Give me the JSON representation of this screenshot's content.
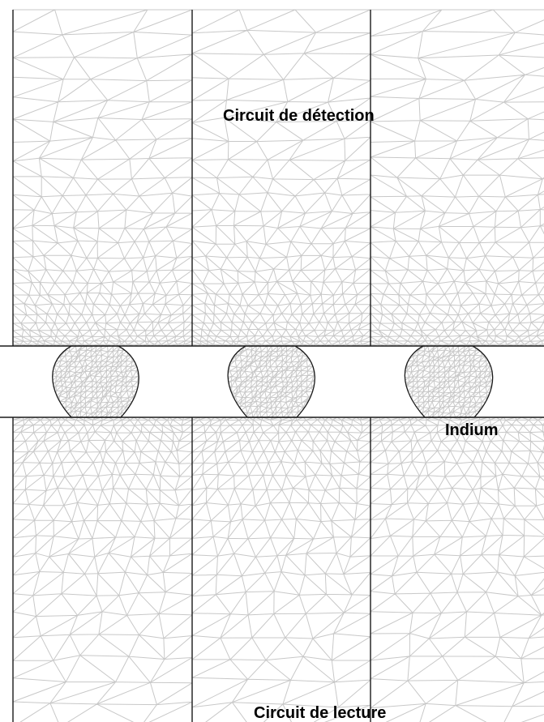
{
  "labels": {
    "top": "Circuit de détection",
    "middle": "Indium",
    "bottom": "Circuit de lecture"
  },
  "colors": {
    "mesh": "#c8c8c8",
    "outline": "#1a1a1a",
    "background": "#ffffff"
  },
  "structure": {
    "pixel_columns": 3,
    "bump_count": 3
  }
}
